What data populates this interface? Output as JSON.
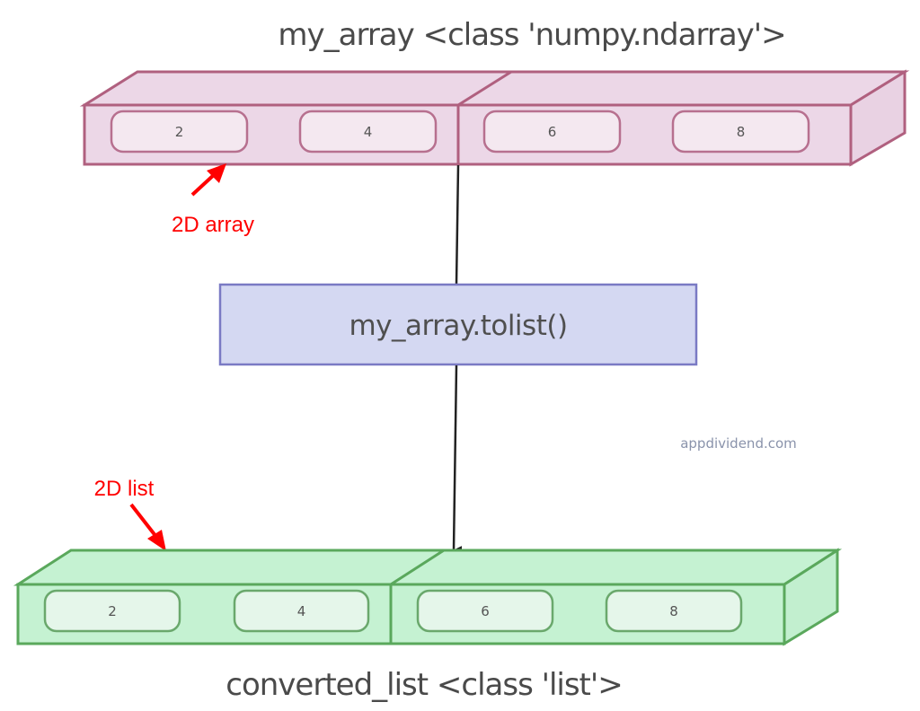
{
  "top_title": "my_array <class 'numpy.ndarray'>",
  "bottom_title": "converted_list <class 'list'>",
  "method": "my_array.tolist()",
  "watermark": "appdividend.com",
  "annotations": {
    "array_label": "2D array",
    "list_label": "2D list"
  },
  "array_block": {
    "rows": [
      [
        "2",
        "4"
      ],
      [
        "6",
        "8"
      ]
    ],
    "colors": {
      "fill": "#ecd7e7",
      "side": "#e9d2e3",
      "stroke": "#b0607f",
      "pill_fill": "#f4e8f0",
      "pill_stroke": "#b7708f"
    }
  },
  "list_block": {
    "rows": [
      [
        "2",
        "4"
      ],
      [
        "6",
        "8"
      ]
    ],
    "colors": {
      "fill": "#c5f2d2",
      "side": "#c2efcf",
      "stroke": "#5aa85c",
      "pill_fill": "#e5f6ea",
      "pill_stroke": "#6aa86c"
    }
  },
  "method_colors": {
    "fill": "#d4d8f2",
    "stroke": "#7a7ac4"
  },
  "arrow_color": "#222222",
  "annotation_color": "#ff0000"
}
